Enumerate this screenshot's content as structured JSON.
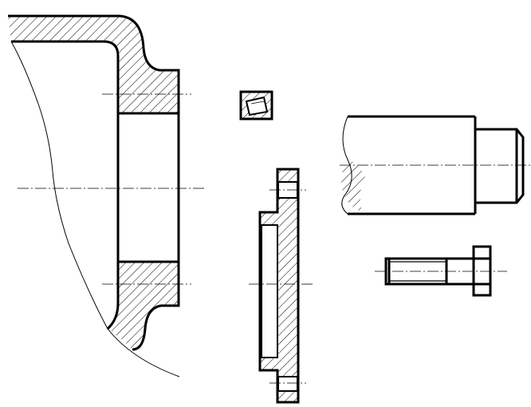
{
  "drawing": {
    "colors": {
      "line": "#000000",
      "background": "#ffffff"
    },
    "parts": [
      "housing-section",
      "bushing",
      "flange-section",
      "shaft",
      "bolt"
    ]
  }
}
